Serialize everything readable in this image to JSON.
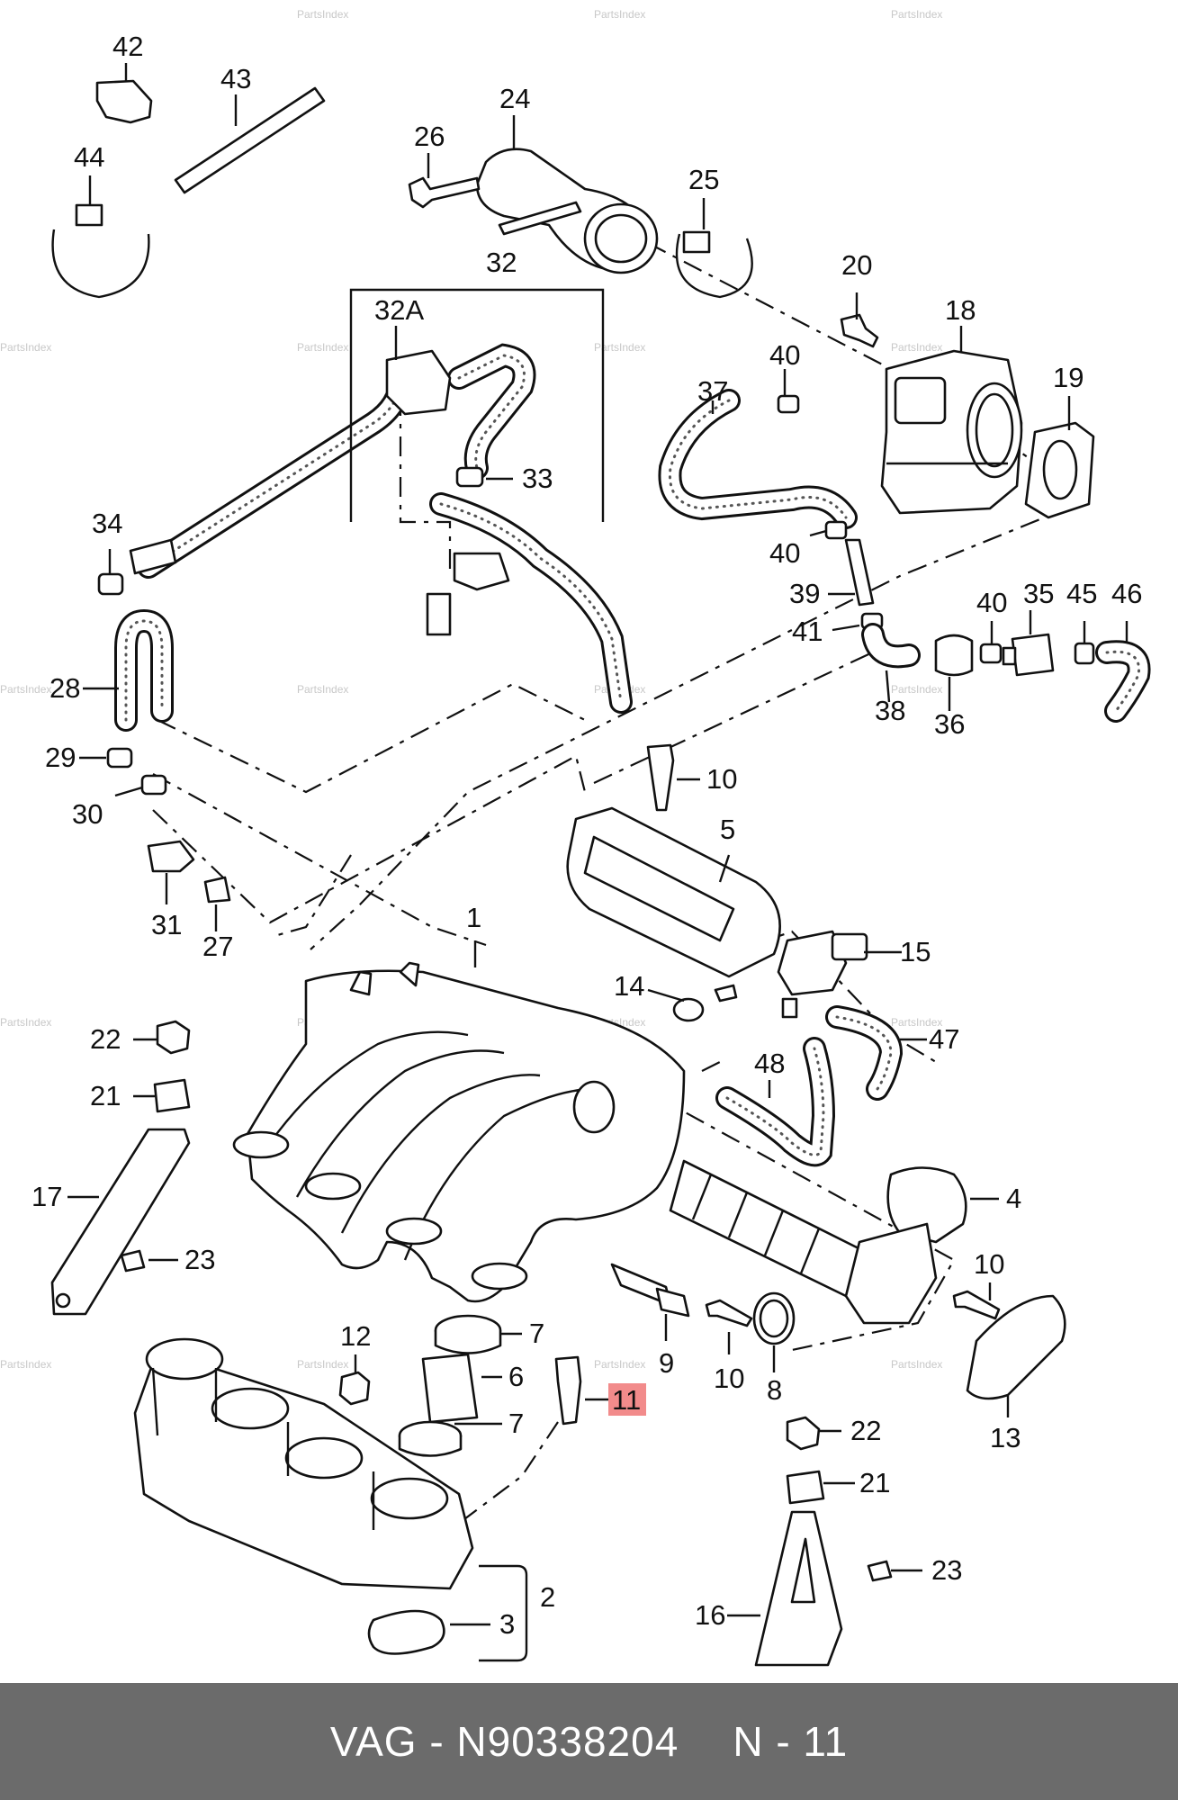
{
  "footer": {
    "brand_part": "VAG - N90338204",
    "position_ref": "N - 11"
  },
  "watermark": "PartsIndex",
  "highlighted_callout": "11",
  "callouts": {
    "c42": "42",
    "c43": "43",
    "c44": "44",
    "c24": "24",
    "c26": "26",
    "c25": "25",
    "c32": "32",
    "c32a": "32A",
    "c33": "33",
    "c34": "34",
    "c20": "20",
    "c18": "18",
    "c19": "19",
    "c37": "37",
    "c40a": "40",
    "c40b": "40",
    "c40c": "40",
    "c39": "39",
    "c41": "41",
    "c35": "35",
    "c45": "45",
    "c46": "46",
    "c38": "38",
    "c36": "36",
    "c28": "28",
    "c29": "29",
    "c30": "30",
    "c10a": "10",
    "c5": "5",
    "c31": "31",
    "c27": "27",
    "c1": "1",
    "c14": "14",
    "c15": "15",
    "c47": "47",
    "c48": "48",
    "c22a": "22",
    "c21a": "21",
    "c17": "17",
    "c23a": "23",
    "c4": "4",
    "c10b": "10",
    "c7a": "7",
    "c6": "6",
    "c7b": "7",
    "c12": "12",
    "c11": "11",
    "c9": "9",
    "c10c": "10",
    "c8": "8",
    "c13": "13",
    "c22b": "22",
    "c21b": "21",
    "c23b": "23",
    "c16": "16",
    "c2": "2",
    "c3": "3"
  }
}
